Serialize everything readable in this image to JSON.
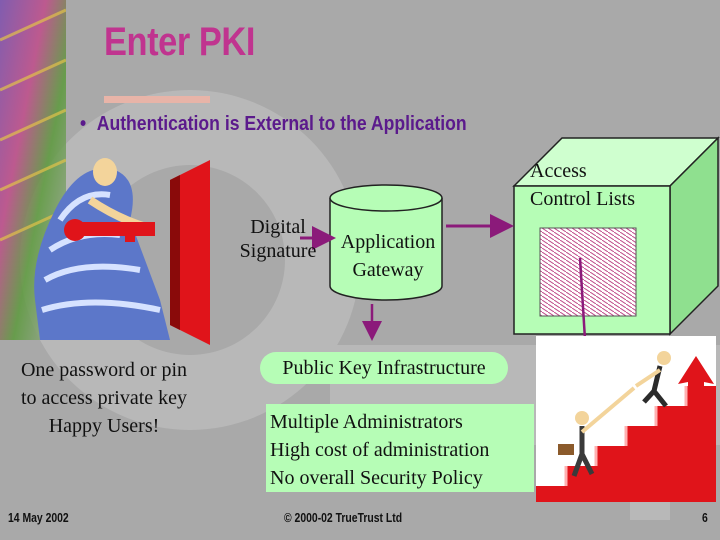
{
  "title": "Enter PKI",
  "bullet": "Authentication is External to the Application",
  "diagram": {
    "acl_label": [
      "Access",
      "Control Lists"
    ],
    "signature_label": [
      "Digital",
      "Signature"
    ],
    "gateway_label": [
      "Application",
      "Gateway"
    ],
    "pki_label": "Public Key Infrastructure",
    "left_caption": [
      "One password or pin",
      "to access private key",
      "Happy Users!"
    ],
    "admin_notes": [
      "Multiple Administrators",
      "High cost of administration",
      "No overall Security Policy"
    ]
  },
  "footer": {
    "date": "14 May 2002",
    "copyright": "© 2000-02 TrueTrust Ltd",
    "page": "6"
  },
  "colors": {
    "background": "#a9a9a9",
    "title": "#c0348f",
    "bullet": "#5b1a8c",
    "green_box": "#b6fdb6",
    "arrow": "#8b1a7a",
    "door_red": "#e0141a"
  }
}
